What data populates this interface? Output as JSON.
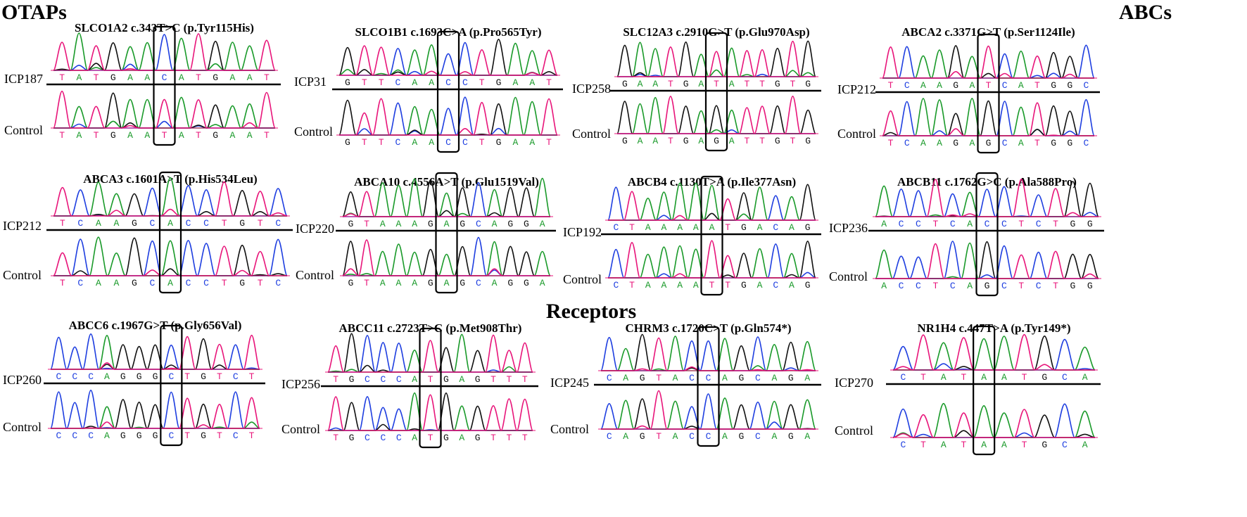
{
  "sections": [
    {
      "label": "OTAPs"
    },
    {
      "label": "ABCs"
    },
    {
      "label": "Receptors"
    }
  ],
  "colors": {
    "A": "#1a9a2a",
    "C": "#1f3fe0",
    "G": "#111111",
    "T": "#e8157a",
    "cursor": "#55ccdd"
  },
  "panels": [
    {
      "title": "SLCO1A2 c.343T>C (p.Tyr115His)",
      "patient": "ICP187",
      "control": "Control",
      "patient_seq": "TATGAACATGAAT",
      "control_seq": "TATGAATATGAAT"
    },
    {
      "title": "SLCO1B1 c.1693C>A (p.Pro565Tyr)",
      "patient": "ICP31",
      "control": "Control",
      "patient_seq": "GTTCAACCTGAAT",
      "control_seq": "GTTCAACCTGAAT"
    },
    {
      "title": "SLC12A3 c.2910G>T (p.Glu970Asp)",
      "patient": "ICP258",
      "control": "Control",
      "patient_seq": "GAATGATATTGTG",
      "control_seq": "GAATGAGATTGTG"
    },
    {
      "title": "ABCA2 c.3371G>T (p.Ser1124Ile)",
      "patient": "ICP212",
      "control": "Control",
      "patient_seq": "TCAAGATCATGGC",
      "control_seq": "TCAAGAGCATGGC"
    },
    {
      "title": "ABCA3 c.1601A>T (p.His534Leu)",
      "patient": "ICP212",
      "control": "Control",
      "patient_seq": "TCAAGCACCTGTC",
      "control_seq": "TCAAGCACCTGTC"
    },
    {
      "title": "ABCA10 c.4556A>T (p.Glu1519Val)",
      "patient": "ICP220",
      "control": "Control",
      "patient_seq": "GTAAAGAGCAGGA",
      "control_seq": "GTAAAGAGCAGGA"
    },
    {
      "title": "ABCB4 c.1130T>A (p.Ile377Asn)",
      "patient": "ICP192",
      "control": "Control",
      "patient_seq": "CTAAAAATGACAG",
      "control_seq": "CTAAAATTGACAG"
    },
    {
      "title": "ABCB11 c.1762G>C (p.Ala588Pro)",
      "patient": "ICP236",
      "control": "Control",
      "patient_seq": "ACCTCACCTCTGG",
      "control_seq": "ACCTCAGCTCTGG"
    },
    {
      "title": "ABCC6 c.1967G>T (p.Gly656Val)",
      "patient": "ICP260",
      "control": "Control",
      "patient_seq": "CCCAGGGCTGTCT",
      "control_seq": "CCCAGGGCTGTCT"
    },
    {
      "title": "ABCC11 c.2723T>C (p.Met908Thr)",
      "patient": "ICP256",
      "control": "Control",
      "patient_seq": "TGCCCATGAGTTT",
      "control_seq": "TGCCCATGAGTTT"
    },
    {
      "title": "CHRM3 c.1720C>T (p.Gln574*)",
      "patient": "ICP245",
      "control": "Control",
      "patient_seq": "CAGTACCAGCAGA",
      "control_seq": "CAGTACCAGCAGA"
    },
    {
      "title": "NR1H4 c.447T>A (p.Tyr149*)",
      "patient": "ICP270",
      "control": "Control",
      "patient_seq": "CTATAATGCA",
      "control_seq": "CTATAATGCA"
    }
  ]
}
